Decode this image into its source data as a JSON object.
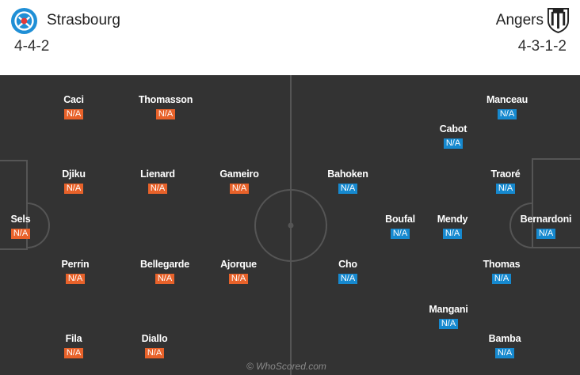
{
  "home": {
    "name": "Strasbourg",
    "formation": "4-4-2",
    "crest_icon": "strasbourg-crest-icon",
    "color": "#e8622a",
    "players": [
      {
        "name": "Caci",
        "rating": "N/A"
      },
      {
        "name": "Thomasson",
        "rating": "N/A"
      },
      {
        "name": "Djiku",
        "rating": "N/A"
      },
      {
        "name": "Lienard",
        "rating": "N/A"
      },
      {
        "name": "Gameiro",
        "rating": "N/A"
      },
      {
        "name": "Sels",
        "rating": "N/A"
      },
      {
        "name": "Perrin",
        "rating": "N/A"
      },
      {
        "name": "Bellegarde",
        "rating": "N/A"
      },
      {
        "name": "Ajorque",
        "rating": "N/A"
      },
      {
        "name": "Fila",
        "rating": "N/A"
      },
      {
        "name": "Diallo",
        "rating": "N/A"
      }
    ]
  },
  "away": {
    "name": "Angers",
    "formation": "4-3-1-2",
    "crest_icon": "angers-crest-icon",
    "color": "#1689cf",
    "players": [
      {
        "name": "Manceau",
        "rating": "N/A"
      },
      {
        "name": "Cabot",
        "rating": "N/A"
      },
      {
        "name": "Bahoken",
        "rating": "N/A"
      },
      {
        "name": "Traoré",
        "rating": "N/A"
      },
      {
        "name": "Boufal",
        "rating": "N/A"
      },
      {
        "name": "Mendy",
        "rating": "N/A"
      },
      {
        "name": "Bernardoni",
        "rating": "N/A"
      },
      {
        "name": "Cho",
        "rating": "N/A"
      },
      {
        "name": "Thomas",
        "rating": "N/A"
      },
      {
        "name": "Mangani",
        "rating": "N/A"
      },
      {
        "name": "Bamba",
        "rating": "N/A"
      }
    ]
  },
  "pitch": {
    "color": "#333333",
    "line_color": "#555555"
  },
  "watermark": "© WhoScored.com"
}
